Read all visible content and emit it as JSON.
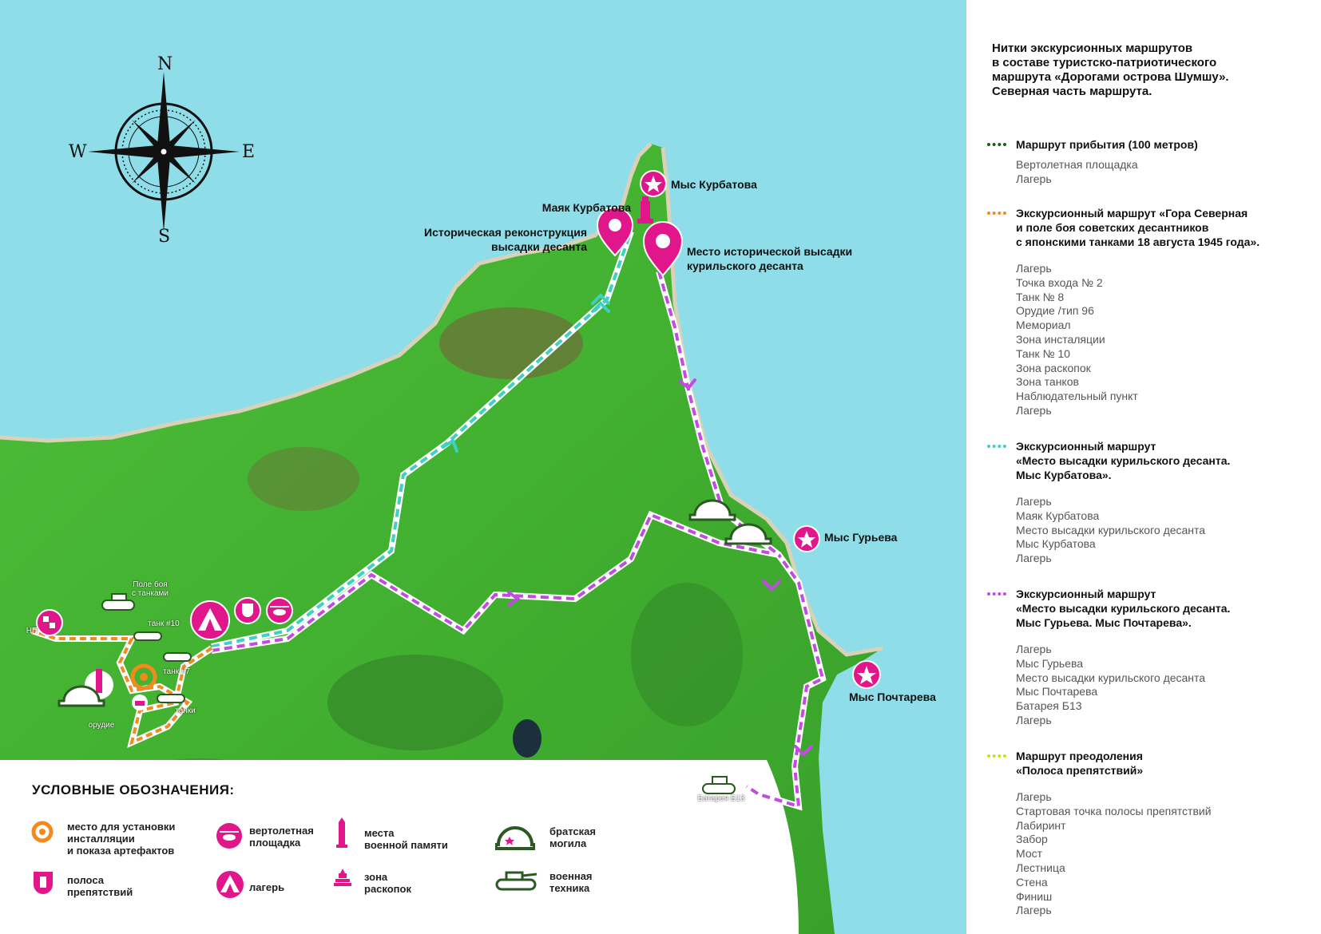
{
  "map": {
    "compass": {
      "n": "N",
      "s": "S",
      "e": "E",
      "w": "W"
    },
    "labels": {
      "mys_kurbatova": "Мыс Курбатова",
      "mayak_kurbatova": "Маяк Курбатова",
      "istor_rekon_1": "Историческая реконструкция",
      "istor_rekon_2": "высадки десанта",
      "mesto_vysadki_1": "Место исторической высадки",
      "mesto_vysadki_2": "курильского десанта",
      "mys_guryeva": "Мыс Гурьева",
      "mys_pochtareva": "Мыс Почтарева",
      "pole_boya_1": "Поле боя",
      "pole_boya_2": "с танками",
      "np": "НП",
      "tank10": "танк #10",
      "tank7": "танк #7",
      "orudie": "орудие",
      "tanki": "танки",
      "batareya": "Батарея Б13"
    }
  },
  "legend": {
    "title": "УСЛОВНЫЕ ОБОЗНАЧЕНИЯ:",
    "items": {
      "installation": [
        "место для установки",
        "инсталляции",
        "и показа артефактов"
      ],
      "helipad": [
        "вертолетная",
        "площадка"
      ],
      "memory": [
        "места",
        "военной памяти"
      ],
      "grave": [
        "братская",
        "могила"
      ],
      "obstacle": [
        "полоса",
        "препятствий"
      ],
      "camp": [
        "лагерь"
      ],
      "excavation": [
        "зона",
        "раскопок"
      ],
      "tech": [
        "военная",
        "техника"
      ]
    }
  },
  "panel": {
    "title": [
      "Нитки экскурсионных маршрутов",
      "в составе туристско-патриотического",
      "маршрута «Дорогами острова Шумшу».",
      "Северная часть маршрута."
    ],
    "routes": [
      {
        "color": "#1e5a1a",
        "head": [
          "Маршрут прибытия (100 метров)"
        ],
        "stops": [
          "Вертолетная площадка",
          "Лагерь"
        ]
      },
      {
        "color": "#f28a1e",
        "head": [
          "Экскурсионный маршрут «Гора Северная",
          "и поле боя советских десантников",
          "с японскими танками 18 августа 1945 года»."
        ],
        "stops": [
          "Лагерь",
          "Точка входа № 2",
          "Танк № 8",
          "Орудие /тип 96",
          "Мемориал",
          "Зона инсталяции",
          "Танк № 10",
          "Зона раскопок",
          "Зона танков",
          "Наблюдательный пункт",
          "Лагерь"
        ]
      },
      {
        "color": "#3fd0c4",
        "head": [
          "Экскурсионный маршрут",
          "«Место высадки курильского десанта.",
          "Мыс Курбатова»."
        ],
        "stops": [
          "Лагерь",
          "Маяк Курбатова",
          "Место высадки курильского десанта",
          "Мыс Курбатова",
          "Лагерь"
        ]
      },
      {
        "color": "#c24ce0",
        "head": [
          "Экскурсионный маршрут",
          "«Место высадки курильского десанта.",
          "Мыс Гурьева. Мыс Почтарева»."
        ],
        "stops": [
          "Лагерь",
          "Мыс Гурьева",
          "Место высадки курильского десанта",
          "Мыс Почтарева",
          "Батарея Б13",
          "Лагерь"
        ]
      },
      {
        "color": "#c6e21c",
        "head": [
          "Маршрут преодоления",
          "«Полоса препятствий»"
        ],
        "stops": [
          "Лагерь",
          "Стартовая точка полосы препятствий",
          "Лабиринт",
          "Забор",
          "Мост",
          "Лестница",
          "Стена",
          "Финиш",
          "Лагерь"
        ]
      }
    ]
  }
}
